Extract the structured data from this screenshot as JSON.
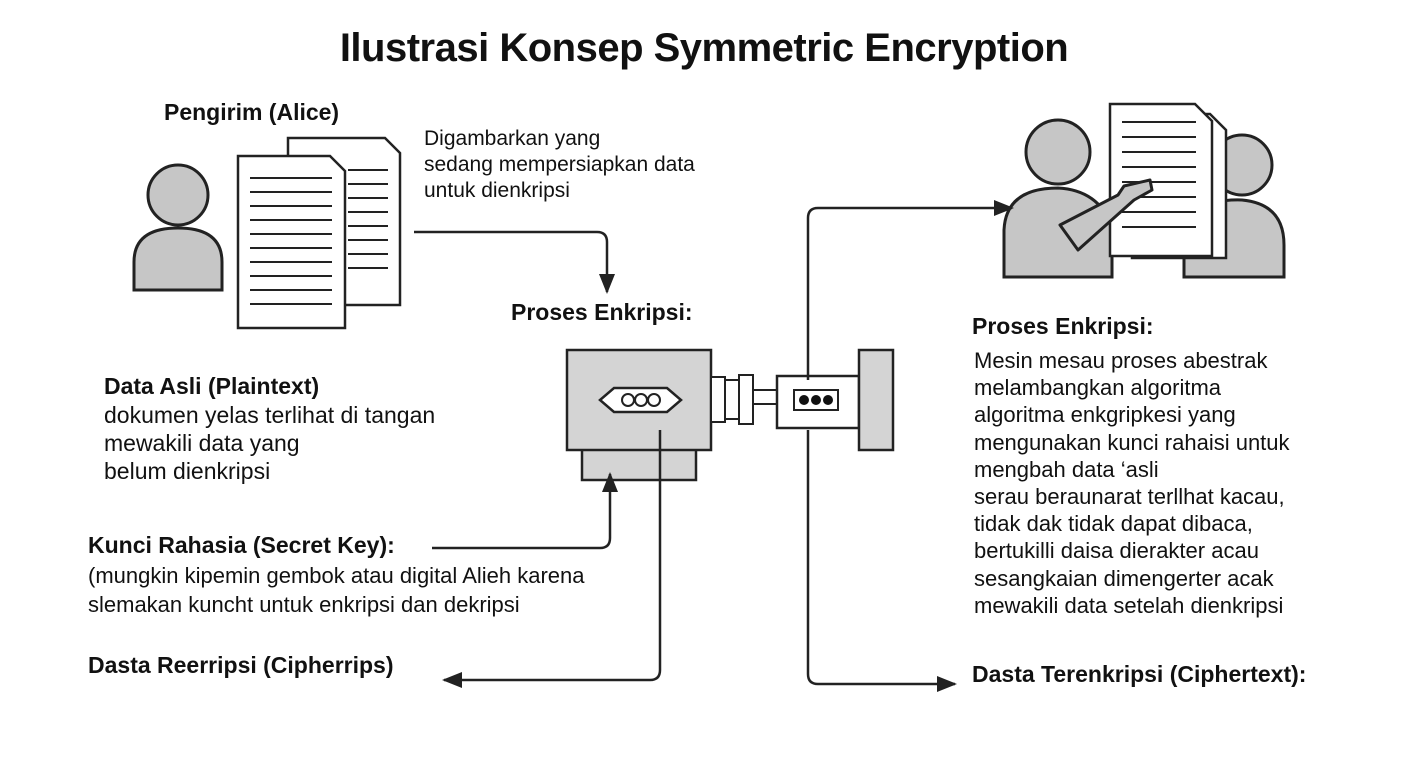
{
  "title": "Ilustrasi Konsep Symmetric Encryption",
  "sender": {
    "label": "Pengirim (Alice)",
    "note": [
      "Digambarkan yang",
      "sedang mempersiapkan data",
      "untuk dienkripsi"
    ]
  },
  "process_center": {
    "label": "Proses Enkripsi:"
  },
  "plaintext": {
    "label": "Data Asli (Plaintext)",
    "lines": [
      "dokumen yelas terlihat di tangan",
      "mewakili data yang",
      "belum dienkripsi"
    ]
  },
  "secret_key": {
    "label": "Kunci Rahasia (Secret Key):",
    "lines": [
      "(mungkin kipemin gembok atau digital Alieh karena",
      "slemakan kuncht untuk enkripsi dan dekripsi"
    ]
  },
  "cipher_left": {
    "label": "Dasta Reerripsi (Cipherrips)"
  },
  "process_right": {
    "label": "Proses Enkripsi:",
    "lines": [
      "Mesin mesau proses abestrak",
      "melambangkan algoritma",
      "algoritma enkgripkesi yang",
      "mengunakan kunci rahaisi untuk",
      "mengbah data ‘asli",
      "serau beraunarat terllhat kacau,",
      "tidak dak tidak dapat dibaca,",
      "bertukilli daisa dierakter acau",
      "sesangkaian dimengerter acak",
      "mewakili data setelah dienkripsi"
    ]
  },
  "ciphertext": {
    "label": "Dasta Terenkripsi (Ciphertext):"
  },
  "colors": {
    "figure": "#c6c6c6",
    "machine": "#d4d4d4",
    "stroke": "#222222",
    "text": "#111111",
    "paper": "#ffffff"
  }
}
